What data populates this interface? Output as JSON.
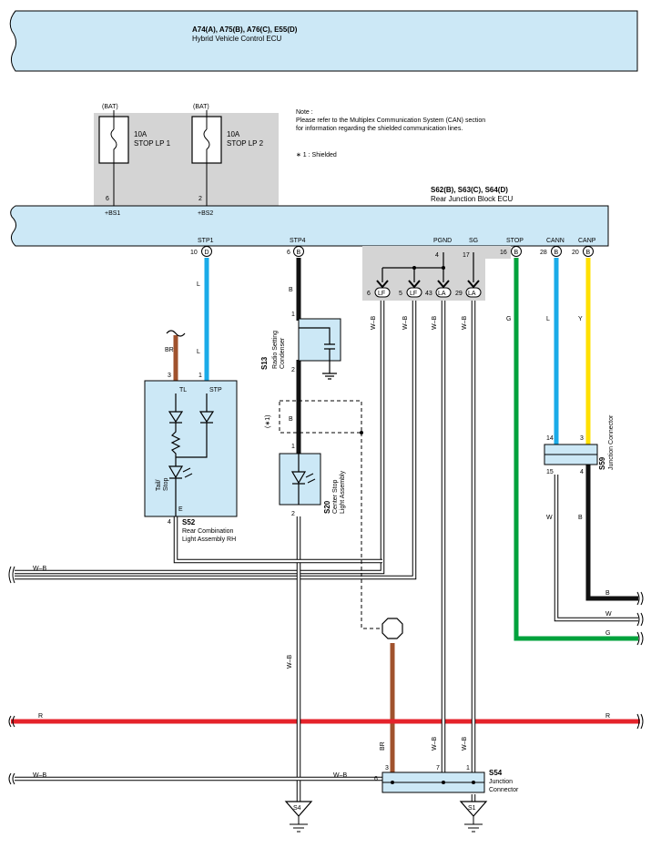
{
  "hv_ecu": {
    "title": "A74(A), A75(B), A76(C), E55(D)",
    "subtitle": "Hybrid Vehicle Control ECU"
  },
  "note": {
    "l1": "Note :",
    "l2": "Please refer to the Multiplex Communication System (CAN) section",
    "l3": "for information regarding the shielded communication lines.",
    "l4": "∗ 1 : Shielded"
  },
  "fuses": [
    {
      "src": "(BAT)",
      "amp": "10A",
      "name": "STOP LP 1",
      "pin": "6",
      "term": "+BS1"
    },
    {
      "src": "(BAT)",
      "amp": "10A",
      "name": "STOP LP 2",
      "pin": "2",
      "term": "+BS2"
    }
  ],
  "rj_ecu": {
    "title": "S62(B), S63(C), S64(D)",
    "subtitle": "Rear Junction Block ECU",
    "terminals": [
      {
        "name": "STP1",
        "pin": "10",
        "conn": "D"
      },
      {
        "name": "STP4",
        "pin": "6",
        "conn": "B"
      },
      {
        "name": "PGND",
        "pin": "4",
        "conn": ""
      },
      {
        "name": "SG",
        "pin": "17",
        "conn": ""
      },
      {
        "name": "STOP",
        "pin": "16",
        "conn": "B"
      },
      {
        "name": "CANN",
        "pin": "28",
        "conn": "B"
      },
      {
        "name": "CANP",
        "pin": "20",
        "conn": "B"
      }
    ]
  },
  "grounds": [
    {
      "pin": "6",
      "conn": "LF"
    },
    {
      "pin": "5",
      "conn": "LF"
    },
    {
      "pin": "43",
      "conn": "LA"
    },
    {
      "pin": "29",
      "conn": "LA"
    }
  ],
  "wire_colors": {
    "L": "L",
    "B": "B",
    "G": "G",
    "Y": "Y",
    "BR": "BR",
    "WB": "W–B",
    "W": "W",
    "R": "R"
  },
  "s13": {
    "code": "S13",
    "l1": "Radio Setting",
    "l2": "Condenser",
    "pin1": "1",
    "pin2": "2"
  },
  "s20": {
    "code": "S20",
    "l1": "Center Stop",
    "l2": "Light Assembly",
    "pin1": "1",
    "pin2": "2"
  },
  "s52": {
    "code": "S52",
    "l1": "Rear Combination",
    "l2": "Light Assembly RH",
    "tl": "TL",
    "stp": "STP",
    "e": "E",
    "inner1": "Tail/",
    "inner2": "Stop",
    "pin3": "3",
    "pin1": "1",
    "pin4": "4"
  },
  "shield_label": "(∗1)",
  "s59": {
    "code": "S59",
    "l1": "Junction Connector",
    "pin14": "14",
    "pin3": "3",
    "pin15": "15",
    "pin4": "4"
  },
  "s54": {
    "code": "S54",
    "l1": "Junction",
    "l2": "Connector",
    "pin3": "3",
    "pin7": "7",
    "pin1": "1",
    "pin6": "6"
  },
  "ground_refs": {
    "s4": "S4",
    "s1": "S1"
  },
  "colors": {
    "ecu_fill": "#cce8f6",
    "shade": "#d4d4d4",
    "blue": "#1aabe8",
    "yellow": "#ffe000",
    "green": "#00a23c",
    "brown": "#a0522d",
    "red": "#e5232b",
    "black": "#111111"
  }
}
